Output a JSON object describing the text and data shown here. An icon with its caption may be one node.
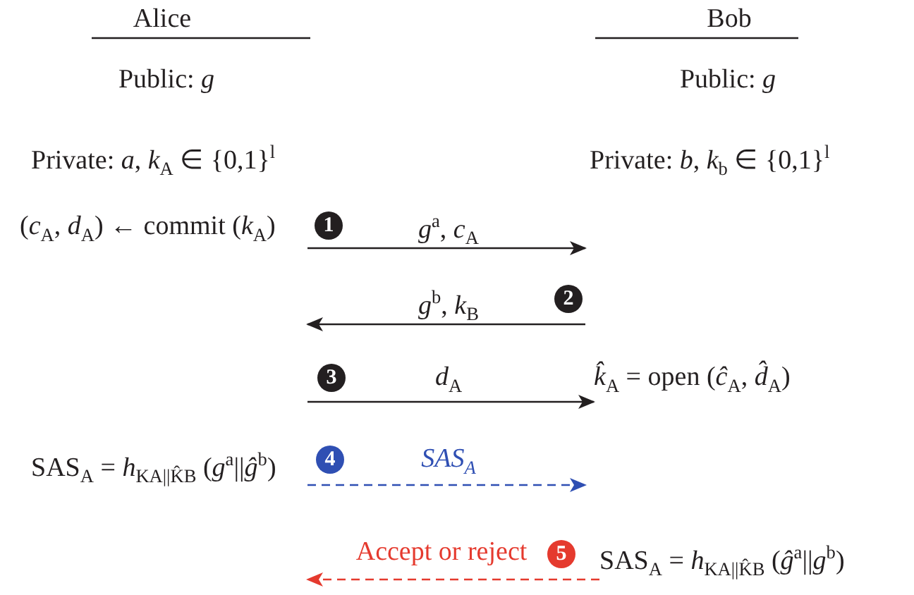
{
  "diagram": {
    "nodes": [
      {
        "text": [
          "(*c*$_{A}$, *d*$_{A}$) ← commit (*k*$_{A}$)"
        ]
      },
      {
        "text": [
          "*k̂*$_{A}$ = open (*ĉ*$_{A}$, *d̂*$_{A}$)"
        ]
      },
      {
        "text": [
          "SAS$_{A}$ = *h*$_{KA||K̂B}$ (*g*$^{a}$||*ĝ*$^{b}$)"
        ]
      },
      {
        "text": [
          "SAS$_{A}$ = *h*$_{KA||K̂B}$ (*ĝ*$^{a}$||*g*$^{b}$)"
        ]
      }
    ],
    "edges": [
      {
        "from": 0,
        "to": null,
        "arrow": "to",
        "label": "*g*$^{a}$, *c*$_{A}$"
      },
      {
        "from": null,
        "to": 0,
        "arrow": "to",
        "label": "*g*$^{b}$, *k*$_{B}$"
      },
      {
        "from": null,
        "to": 1,
        "arrow": "to",
        "label": "*d*$_{A}$"
      },
      {
        "from": 2,
        "to": null,
        "arrow": "to",
        "label": "SAS$_{A}$",
        "style": "dashed",
        "color": "#2f4fb3"
      },
      {
        "from": 3,
        "to": null,
        "arrow": "to",
        "label": "Accept or reject",
        "style": "dashed",
        "color": "#e53a2e"
      }
    ],
    "labels": [
      "Alice",
      "Bob",
      "Public: *g*",
      "Public: *g*",
      "Private: *a*, *k*$_{A}$ ∈ {0,1}$^{l}$",
      "Private: *b*, *k*$_{b}$ ∈ {0,1}$^{l}$",
      "1",
      "2",
      "3",
      "4",
      "5"
    ]
  }
}
